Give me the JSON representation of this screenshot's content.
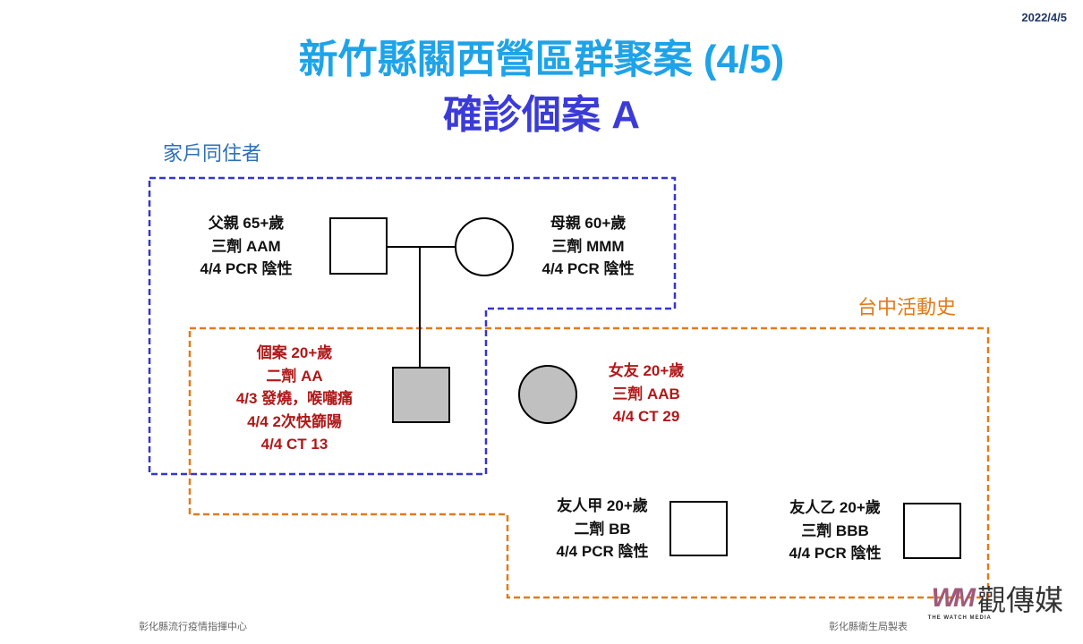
{
  "date": "2022/4/5",
  "title": "新竹縣關西營區群聚案 (4/5)",
  "subtitle": "確診個案 A",
  "groups": {
    "household": "家戶同住者",
    "taichung": "台中活動史"
  },
  "people": {
    "father": [
      "父親 65+歲",
      "三劑 AAM",
      "4/4 PCR 陰性"
    ],
    "mother": [
      "母親 60+歲",
      "三劑 MMM",
      "4/4 PCR 陰性"
    ],
    "case": [
      "個案 20+歲",
      "二劑 AA",
      "4/3 發燒，喉嚨痛",
      "4/4 2次快篩陽",
      "4/4 CT 13"
    ],
    "girlfriend": [
      "女友 20+歲",
      "三劑 AAB",
      "4/4 CT 29"
    ],
    "friend_a": [
      "友人甲 20+歲",
      "二劑 BB",
      "4/4 PCR 陰性"
    ],
    "friend_b": [
      "友人乙 20+歲",
      "三劑 BBB",
      "4/4 PCR 陰性"
    ]
  },
  "footer": {
    "left": "彰化縣流行疫情指揮中心",
    "right": "彰化縣衛生局製表"
  },
  "logo": {
    "mark": "WM",
    "tagline": "THE WATCH MEDIA",
    "name": "觀傳媒"
  },
  "colors": {
    "household": "#3b3bd8",
    "taichung": "#e07b1a",
    "confirmed": "#b01818"
  }
}
